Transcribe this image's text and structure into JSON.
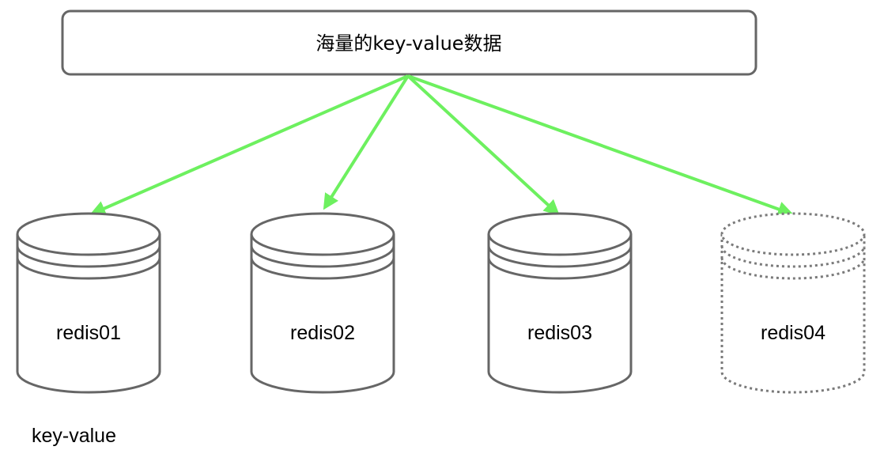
{
  "source_box": {
    "label": "海量的key-value数据"
  },
  "nodes": [
    {
      "label": "redis01",
      "style": "solid"
    },
    {
      "label": "redis02",
      "style": "solid"
    },
    {
      "label": "redis03",
      "style": "solid"
    },
    {
      "label": "redis04",
      "style": "dashed"
    }
  ],
  "caption": "key-value",
  "colors": {
    "arrow": "#6df05f",
    "shape_stroke": "#666666",
    "dashed_stroke": "#7a7a7a",
    "text": "#000000"
  }
}
